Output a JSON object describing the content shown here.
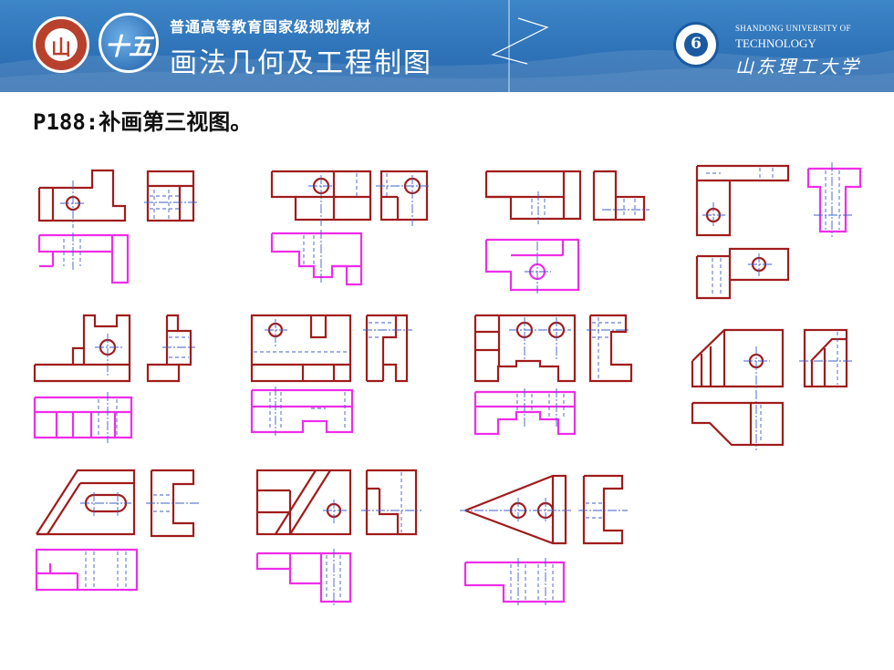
{
  "header": {
    "series_title": "普通高等教育国家级规划教材",
    "book_title": "画法几何及工程制图",
    "logo_left_glyph": "山",
    "logo_plan_glyph": "十五",
    "logo_university_glyph": "6",
    "university_en_line1": "SHANDONG UNIVERSITY OF",
    "university_en_line2": "TECHNOLOGY",
    "university_cn": "山东理工大学"
  },
  "exercise": {
    "title": "P188:补画第三视图。"
  },
  "colors": {
    "header_blue": "#2f73b8",
    "given_view": "#a01c1c",
    "answer_view": "#ee2ee8",
    "center_line": "#3f5fc8",
    "hidden_line": "#3f5fc8"
  }
}
